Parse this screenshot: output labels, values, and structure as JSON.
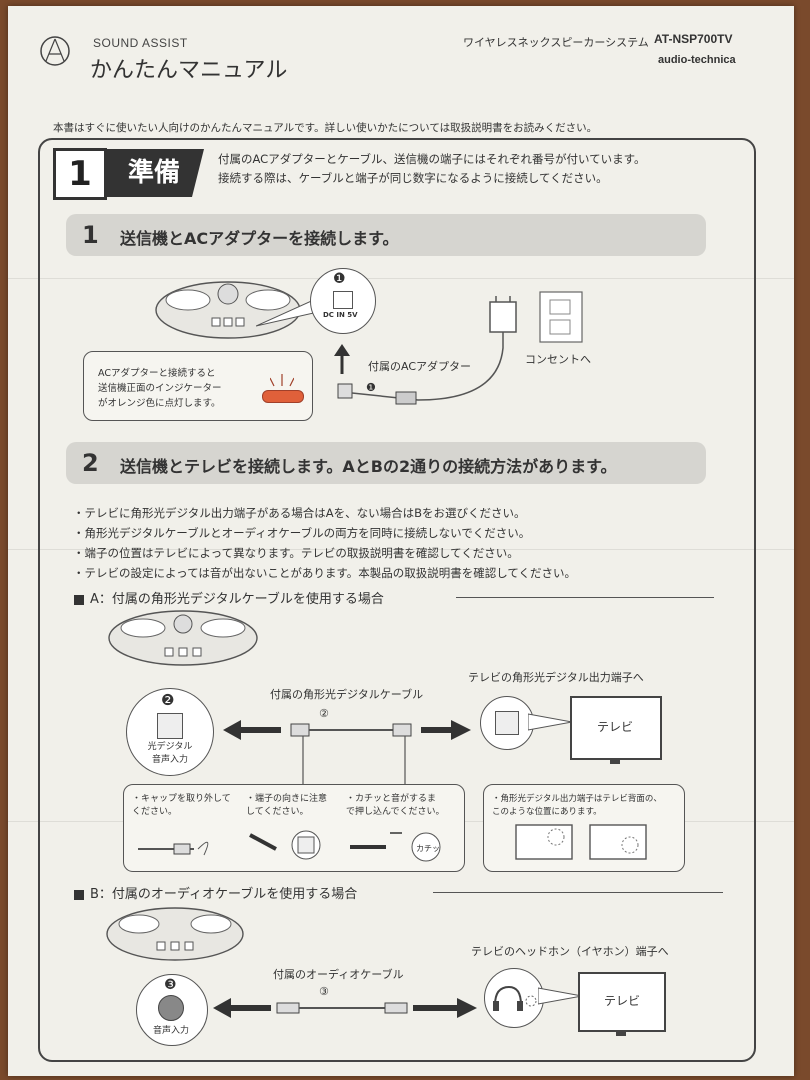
{
  "header": {
    "brand_sub": "SOUND ASSIST",
    "title": "かんたんマニュアル",
    "product_name": "ワイヤレスネックスピーカーシステム",
    "model": "AT-NSP700TV",
    "maker": "audio-technica"
  },
  "intro": "本書はすぐに使いたい人向けのかんたんマニュアルです。詳しい使いかたについては取扱説明書をお読みください。",
  "section1": {
    "number": "1",
    "label": "準備",
    "note_line1": "付属のACアダプターとケーブル、送信機の端子にはそれぞれ番号が付いています。",
    "note_line2": "接続する際は、ケーブルと端子が同じ数字になるように接続してください。"
  },
  "step1": {
    "number": "1",
    "title": "送信機とACアダプターを接続します。",
    "callout_num": "❶",
    "port_label": "DC IN 5V",
    "indicator_line1": "ACアダプターと接続すると",
    "indicator_line2": "送信機正面のインジケーター",
    "indicator_line3": "がオレンジ色に点灯します。",
    "adapter_label": "付属のACアダプター",
    "outlet_label": "コンセントへ",
    "plug_num": "❶"
  },
  "step2": {
    "number": "2",
    "title": "送信機とテレビを接続します。AとBの2通りの接続方法があります。",
    "bullets": [
      "・テレビに角形光デジタル出力端子がある場合はAを、ない場合はBをお選びください。",
      "・角形光デジタルケーブルとオーディオケーブルの両方を同時に接続しないでください。",
      "・端子の位置はテレビによって異なります。テレビの取扱説明書を確認してください。",
      "・テレビの設定によっては音が出ないことがあります。本製品の取扱説明書を確認してください。"
    ]
  },
  "methodA": {
    "heading": "A：付属の角形光デジタルケーブルを使用する場合",
    "port_num": "❷",
    "port_label_line1": "光デジタル",
    "port_label_line2": "音声入力",
    "cable_label": "付属の角形光デジタルケーブル",
    "cable_num": "②",
    "tv_port_label": "テレビの角形光デジタル出力端子へ",
    "tv_label": "テレビ",
    "tip1_line1": "・キャップを取り外して",
    "tip1_line2": "ください。",
    "tip2_line1": "・端子の向きに注意",
    "tip2_line2": "してください。",
    "tip3_line1": "・カチッと音がするま",
    "tip3_line2": "で押し込んでください。",
    "click_label": "カチッ",
    "tv_tip_line1": "・角形光デジタル出力端子はテレビ背面の、",
    "tv_tip_line2": "このような位置にあります。"
  },
  "methodB": {
    "heading": "B：付属のオーディオケーブルを使用する場合",
    "port_num": "❸",
    "port_label": "音声入力",
    "cable_label": "付属のオーディオケーブル",
    "cable_num": "③",
    "tv_port_label": "テレビのヘッドホン（イヤホン）端子へ",
    "tv_label": "テレビ"
  },
  "colors": {
    "indicator": "#e0603a",
    "frame": "#444444",
    "bar": "#d6d5d0"
  }
}
